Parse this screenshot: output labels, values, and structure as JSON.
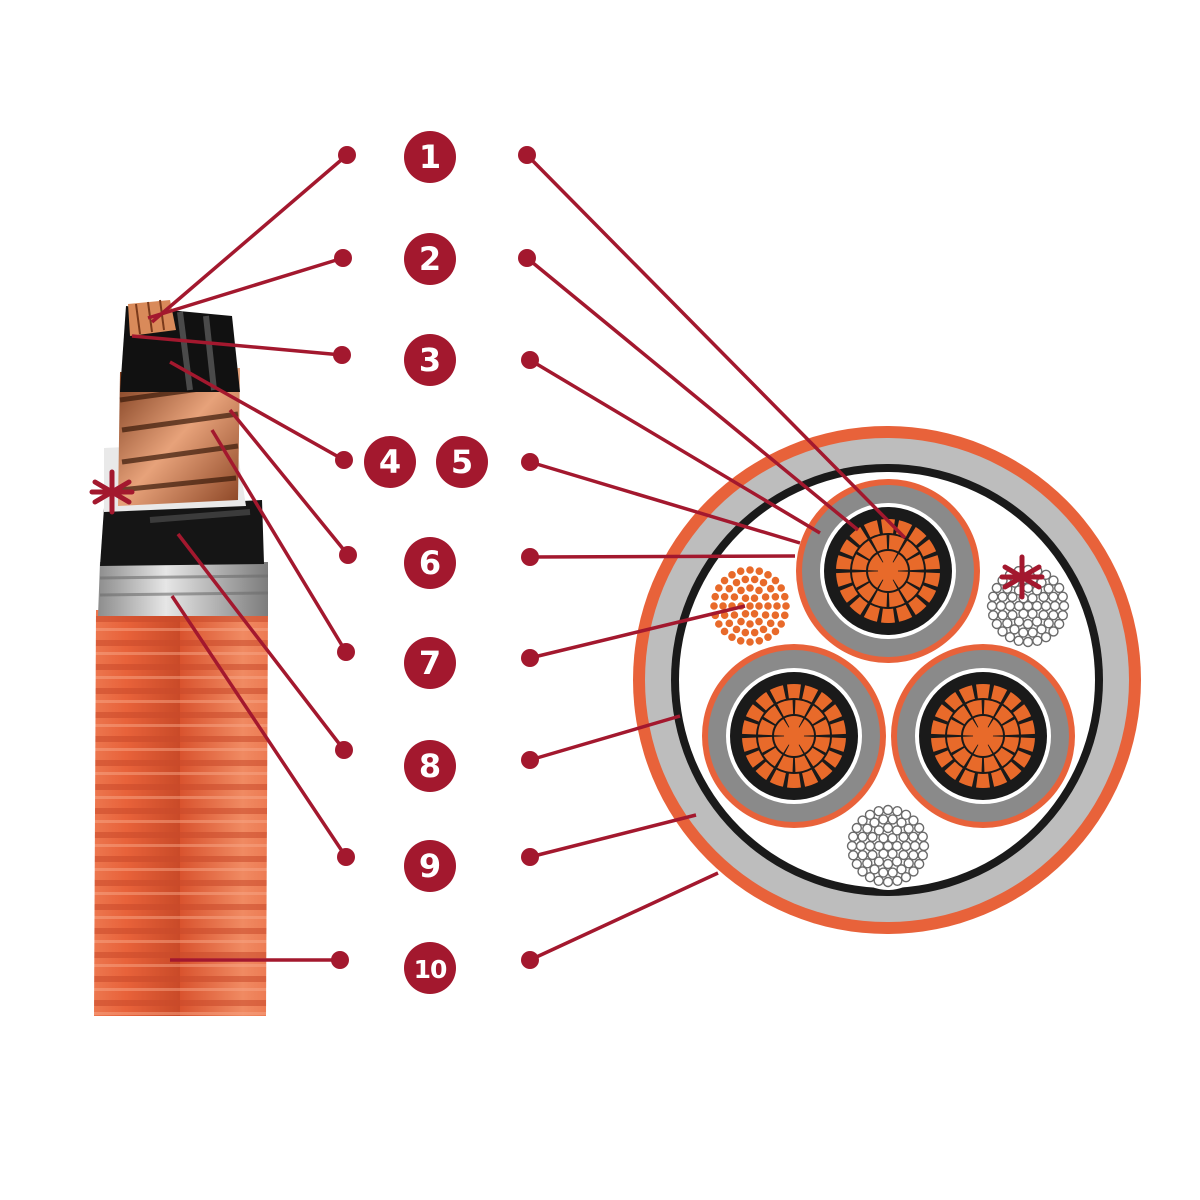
{
  "colors": {
    "accent": "#a3182e",
    "jacket_orange": "#e8623a",
    "copper_orange": "#e86a2a",
    "insulation_grey": "#8a8a8a",
    "bedding_grey": "#bdbdbd",
    "shield_black": "#1a1a1a"
  },
  "icons": {
    "special_marker": "asterisk-icon"
  },
  "badges": [
    {
      "label": "1"
    },
    {
      "label": "2"
    },
    {
      "label": "3"
    },
    {
      "label": "4"
    },
    {
      "label": "5"
    },
    {
      "label": "6"
    },
    {
      "label": "7"
    },
    {
      "label": "8"
    },
    {
      "label": "9"
    },
    {
      "label": "10"
    }
  ]
}
